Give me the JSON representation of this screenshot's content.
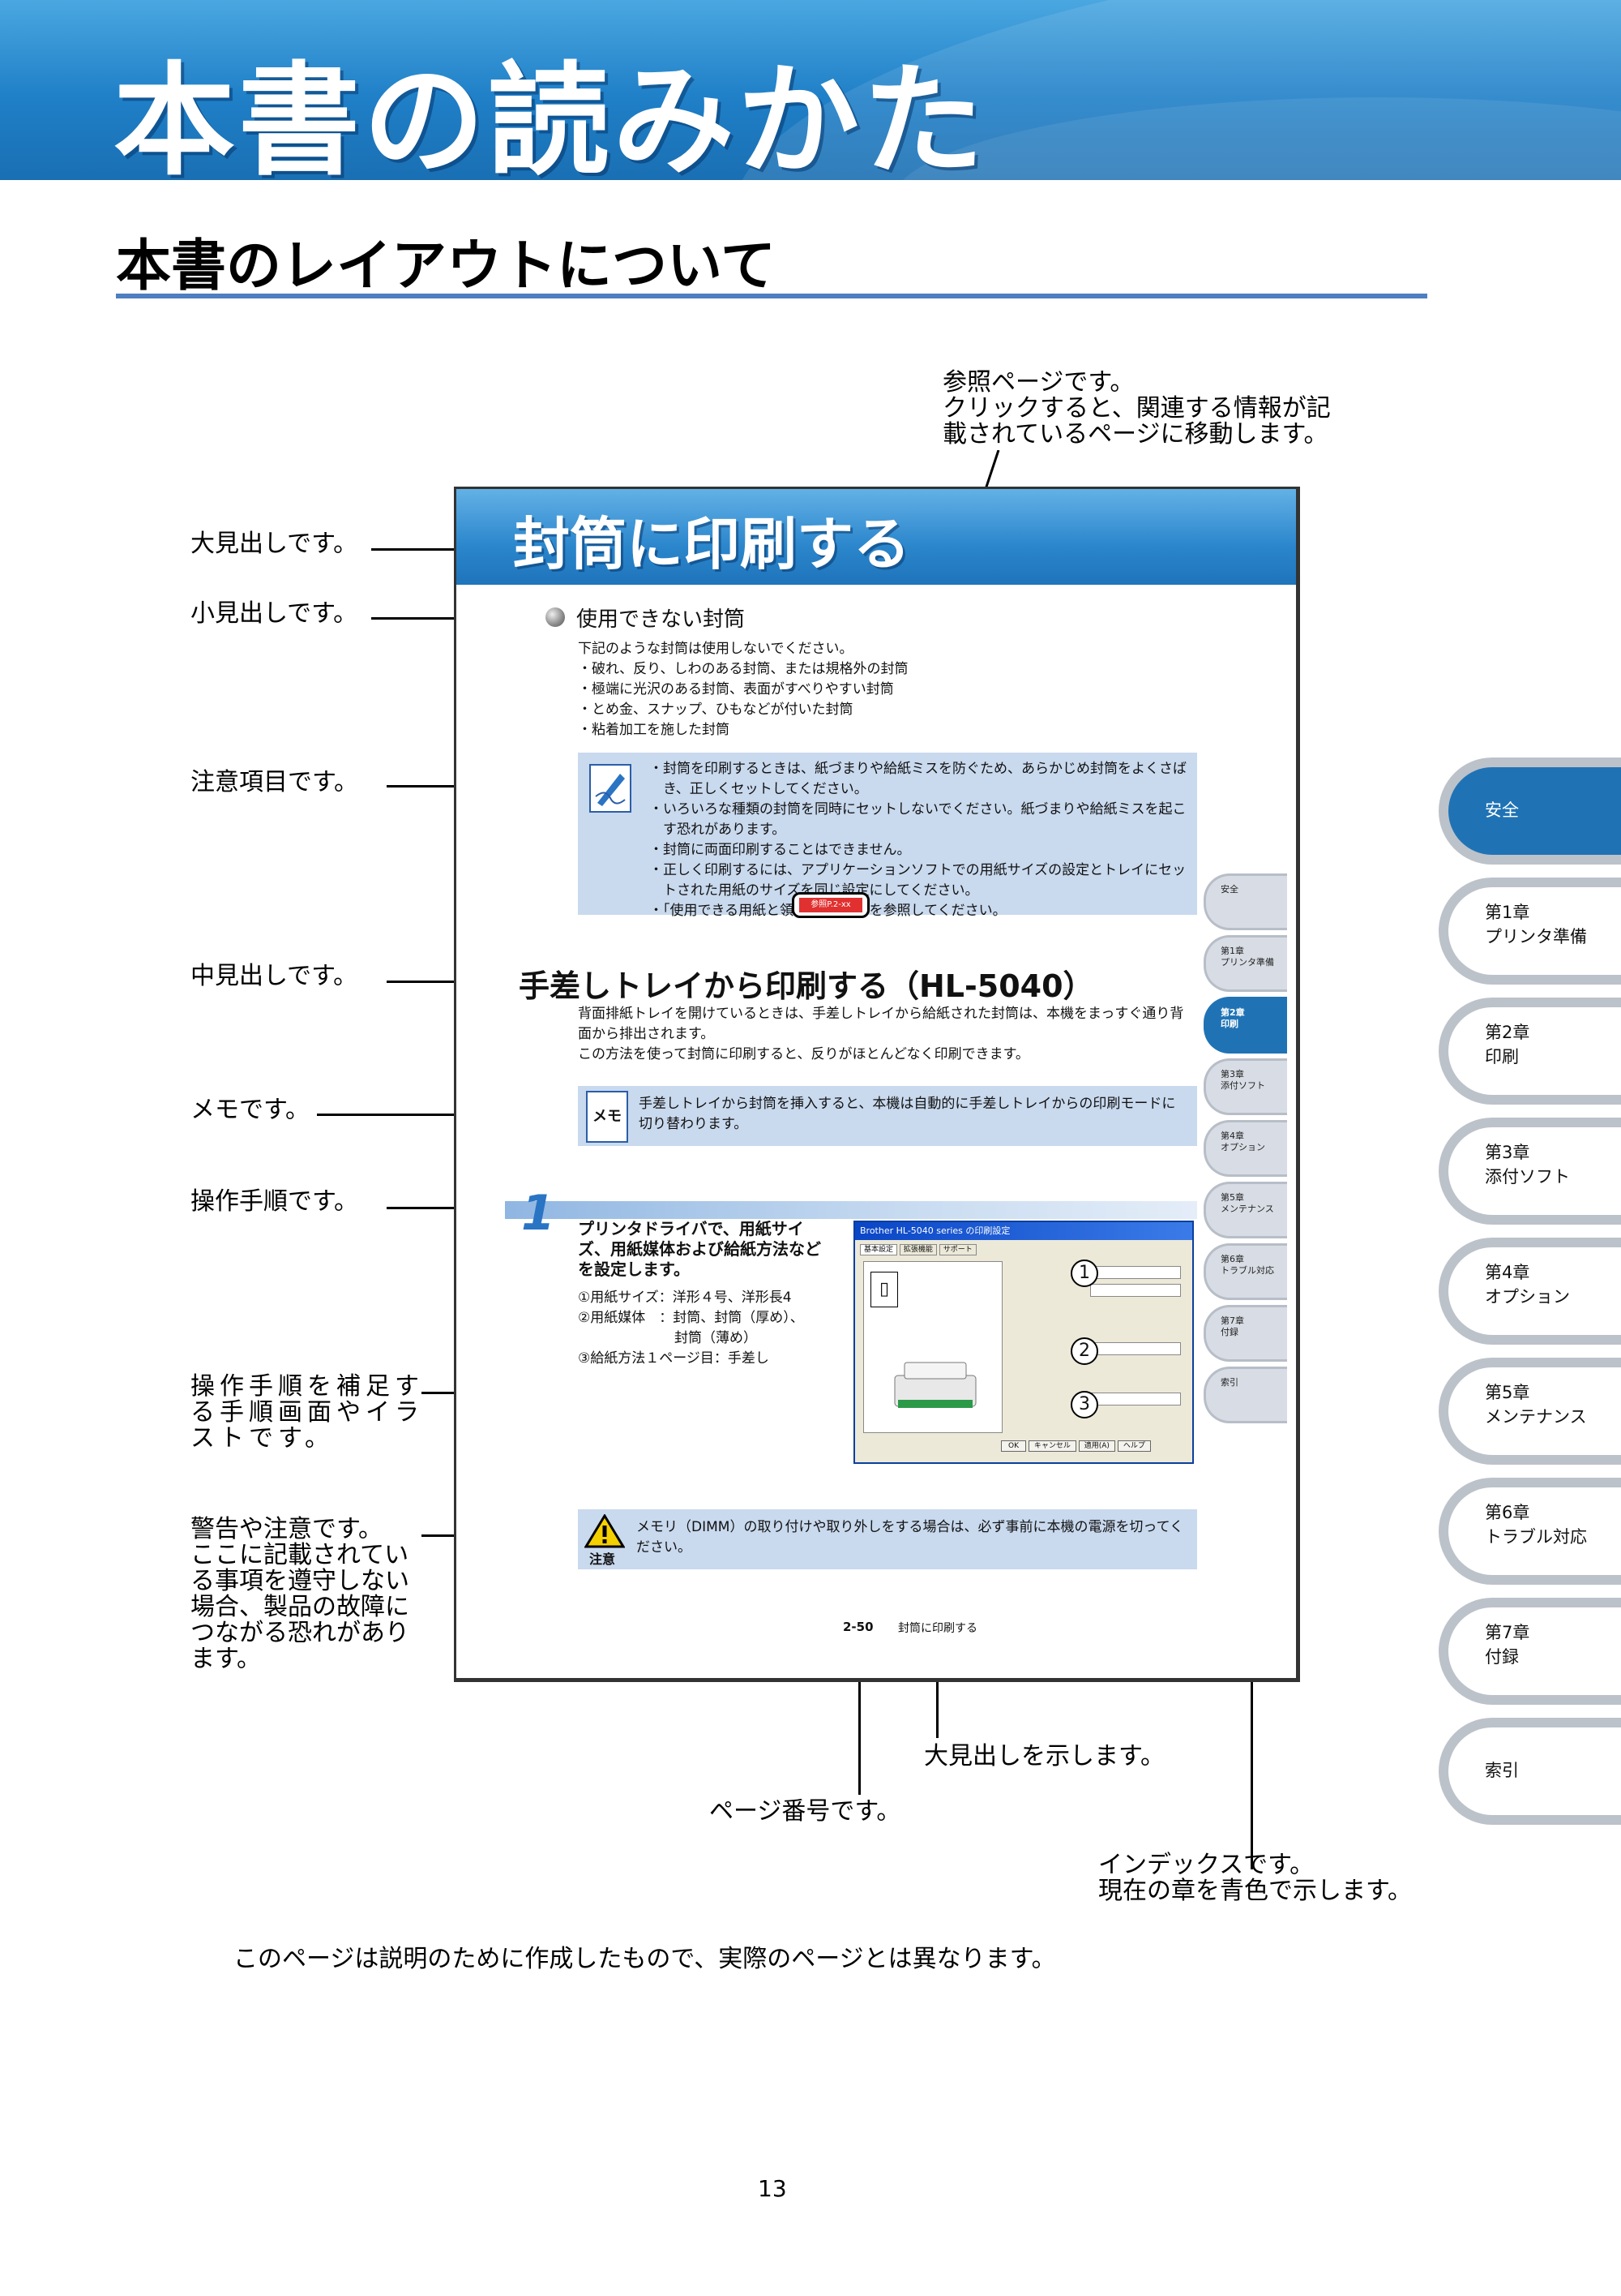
{
  "header": {
    "title": "本書の読みかた"
  },
  "section": {
    "title": "本書のレイアウトについて"
  },
  "callouts": {
    "reference": [
      "参照ページです。",
      "クリックすると、関連する情報が記",
      "載されているページに移動します。"
    ],
    "main_heading": "大見出しです。",
    "small_heading": "小見出しです。",
    "caution_item": "注意項目です。",
    "middle_heading": "中見出しです。",
    "memo": "メモです。",
    "procedure": "操作手順です。",
    "screen": [
      "操作手順を補足す",
      "る手順画面やイラ",
      "ストです。"
    ],
    "warning": [
      "警告や注意です。",
      "ここに記載されてい",
      "る事項を遵守しない",
      "場合、製品の故障に",
      "つながる恐れがあり",
      "ます。"
    ],
    "heading_indicator": "大見出しを示します。",
    "page_number": "ページ番号です。",
    "index": [
      "インデックスです。",
      "現在の章を青色で示します。"
    ]
  },
  "sample": {
    "title": "封筒に印刷する",
    "small_heading": "使用できない封筒",
    "intro": [
      "下記のような封筒は使用しないでください。",
      "・破れ、反り、しわのある封筒、または規格外の封筒",
      "・極端に光沢のある封筒、表面がすべりやすい封筒",
      "・とめ金、スナップ、ひもなどが付いた封筒",
      "・粘着加工を施した封筒"
    ],
    "caution": [
      "・封筒を印刷するときは、紙づまりや給紙ミスを防ぐため、あらかじめ封筒をよくさば",
      "　き、正しくセットしてください。",
      "・いろいろな種類の封筒を同時にセットしないでください。紙づまりや給紙ミスを起こ",
      "　す恐れがあります。",
      "・封筒に両面印刷することはできません。",
      "・正しく印刷するには、アプリケーションソフトでの用紙サイズの設定とトレイにセッ",
      "　トされた用紙のサイズを同じ設定にしてください。",
      "・「使用できる用紙と領域」　　　　を参照してください。"
    ],
    "ref_badge": "参照P.2-xx",
    "middle_heading": "手差しトレイから印刷する（HL-5040）",
    "middle_text": [
      "背面排紙トレイを開けているときは、手差しトレイから給紙された封筒は、本機をまっすぐ通り背",
      "面から排出されます。",
      "この方法を使って封筒に印刷すると、反りがほとんどなく印刷できます。"
    ],
    "memo_icon": "メモ",
    "memo_text": [
      "手差しトレイから封筒を挿入すると、本機は自動的に手差しトレイからの印刷モードに",
      "切り替わります。"
    ],
    "step_number": "1",
    "step_text": [
      "プリンタドライバで、用紙サイ",
      "ズ、用紙媒体および給紙方法など",
      "を設定します。"
    ],
    "step_items": [
      "①用紙サイズ：洋形４号、洋形長4",
      "②用紙媒体　：封筒、封筒（厚め）、",
      "　　　　　　　封筒（薄め）",
      "③給紙方法１ページ目：手差し"
    ],
    "dialog": {
      "title": "Brother HL-5040 series の印刷設定",
      "tabs": [
        "基本設定",
        "拡張機能",
        "サポート"
      ],
      "markers": [
        "1",
        "2",
        "3"
      ],
      "buttons": [
        "OK",
        "キャンセル",
        "適用(A)",
        "ヘルプ"
      ]
    },
    "warning_icon": "注意",
    "warning_text": [
      "メモリ（DIMM）の取り付けや取り外しをする場合は、必ず事前に本機の電源を切ってく",
      "ださい。"
    ],
    "footer_page": "2-50",
    "footer_title": "封筒に印刷する",
    "tabs": [
      [
        "安全"
      ],
      [
        "第1章",
        "プリンタ準備"
      ],
      [
        "第2章",
        "印刷"
      ],
      [
        "第3章",
        "添付ソフト"
      ],
      [
        "第4章",
        "オプション"
      ],
      [
        "第5章",
        "メンテナンス"
      ],
      [
        "第6章",
        "トラブル対応"
      ],
      [
        "第7章",
        "付録"
      ],
      [
        "索引"
      ]
    ],
    "active_tab": 2
  },
  "index_tabs": [
    [
      "安全"
    ],
    [
      "第1章",
      "プリンタ準備"
    ],
    [
      "第2章",
      "印刷"
    ],
    [
      "第3章",
      "添付ソフト"
    ],
    [
      "第4章",
      "オプション"
    ],
    [
      "第5章",
      "メンテナンス"
    ],
    [
      "第6章",
      "トラブル対応"
    ],
    [
      "第7章",
      "付録"
    ],
    [
      "索引"
    ]
  ],
  "index_active": 0,
  "colors": {
    "accent": "#1f73b5",
    "banner": "#2b86cc",
    "rule": "#4e7fc0",
    "note_box": "#c9d9ee"
  },
  "disclaimer": "このページは説明のために作成したもので、実際のページとは異なります。",
  "page_number": "13"
}
